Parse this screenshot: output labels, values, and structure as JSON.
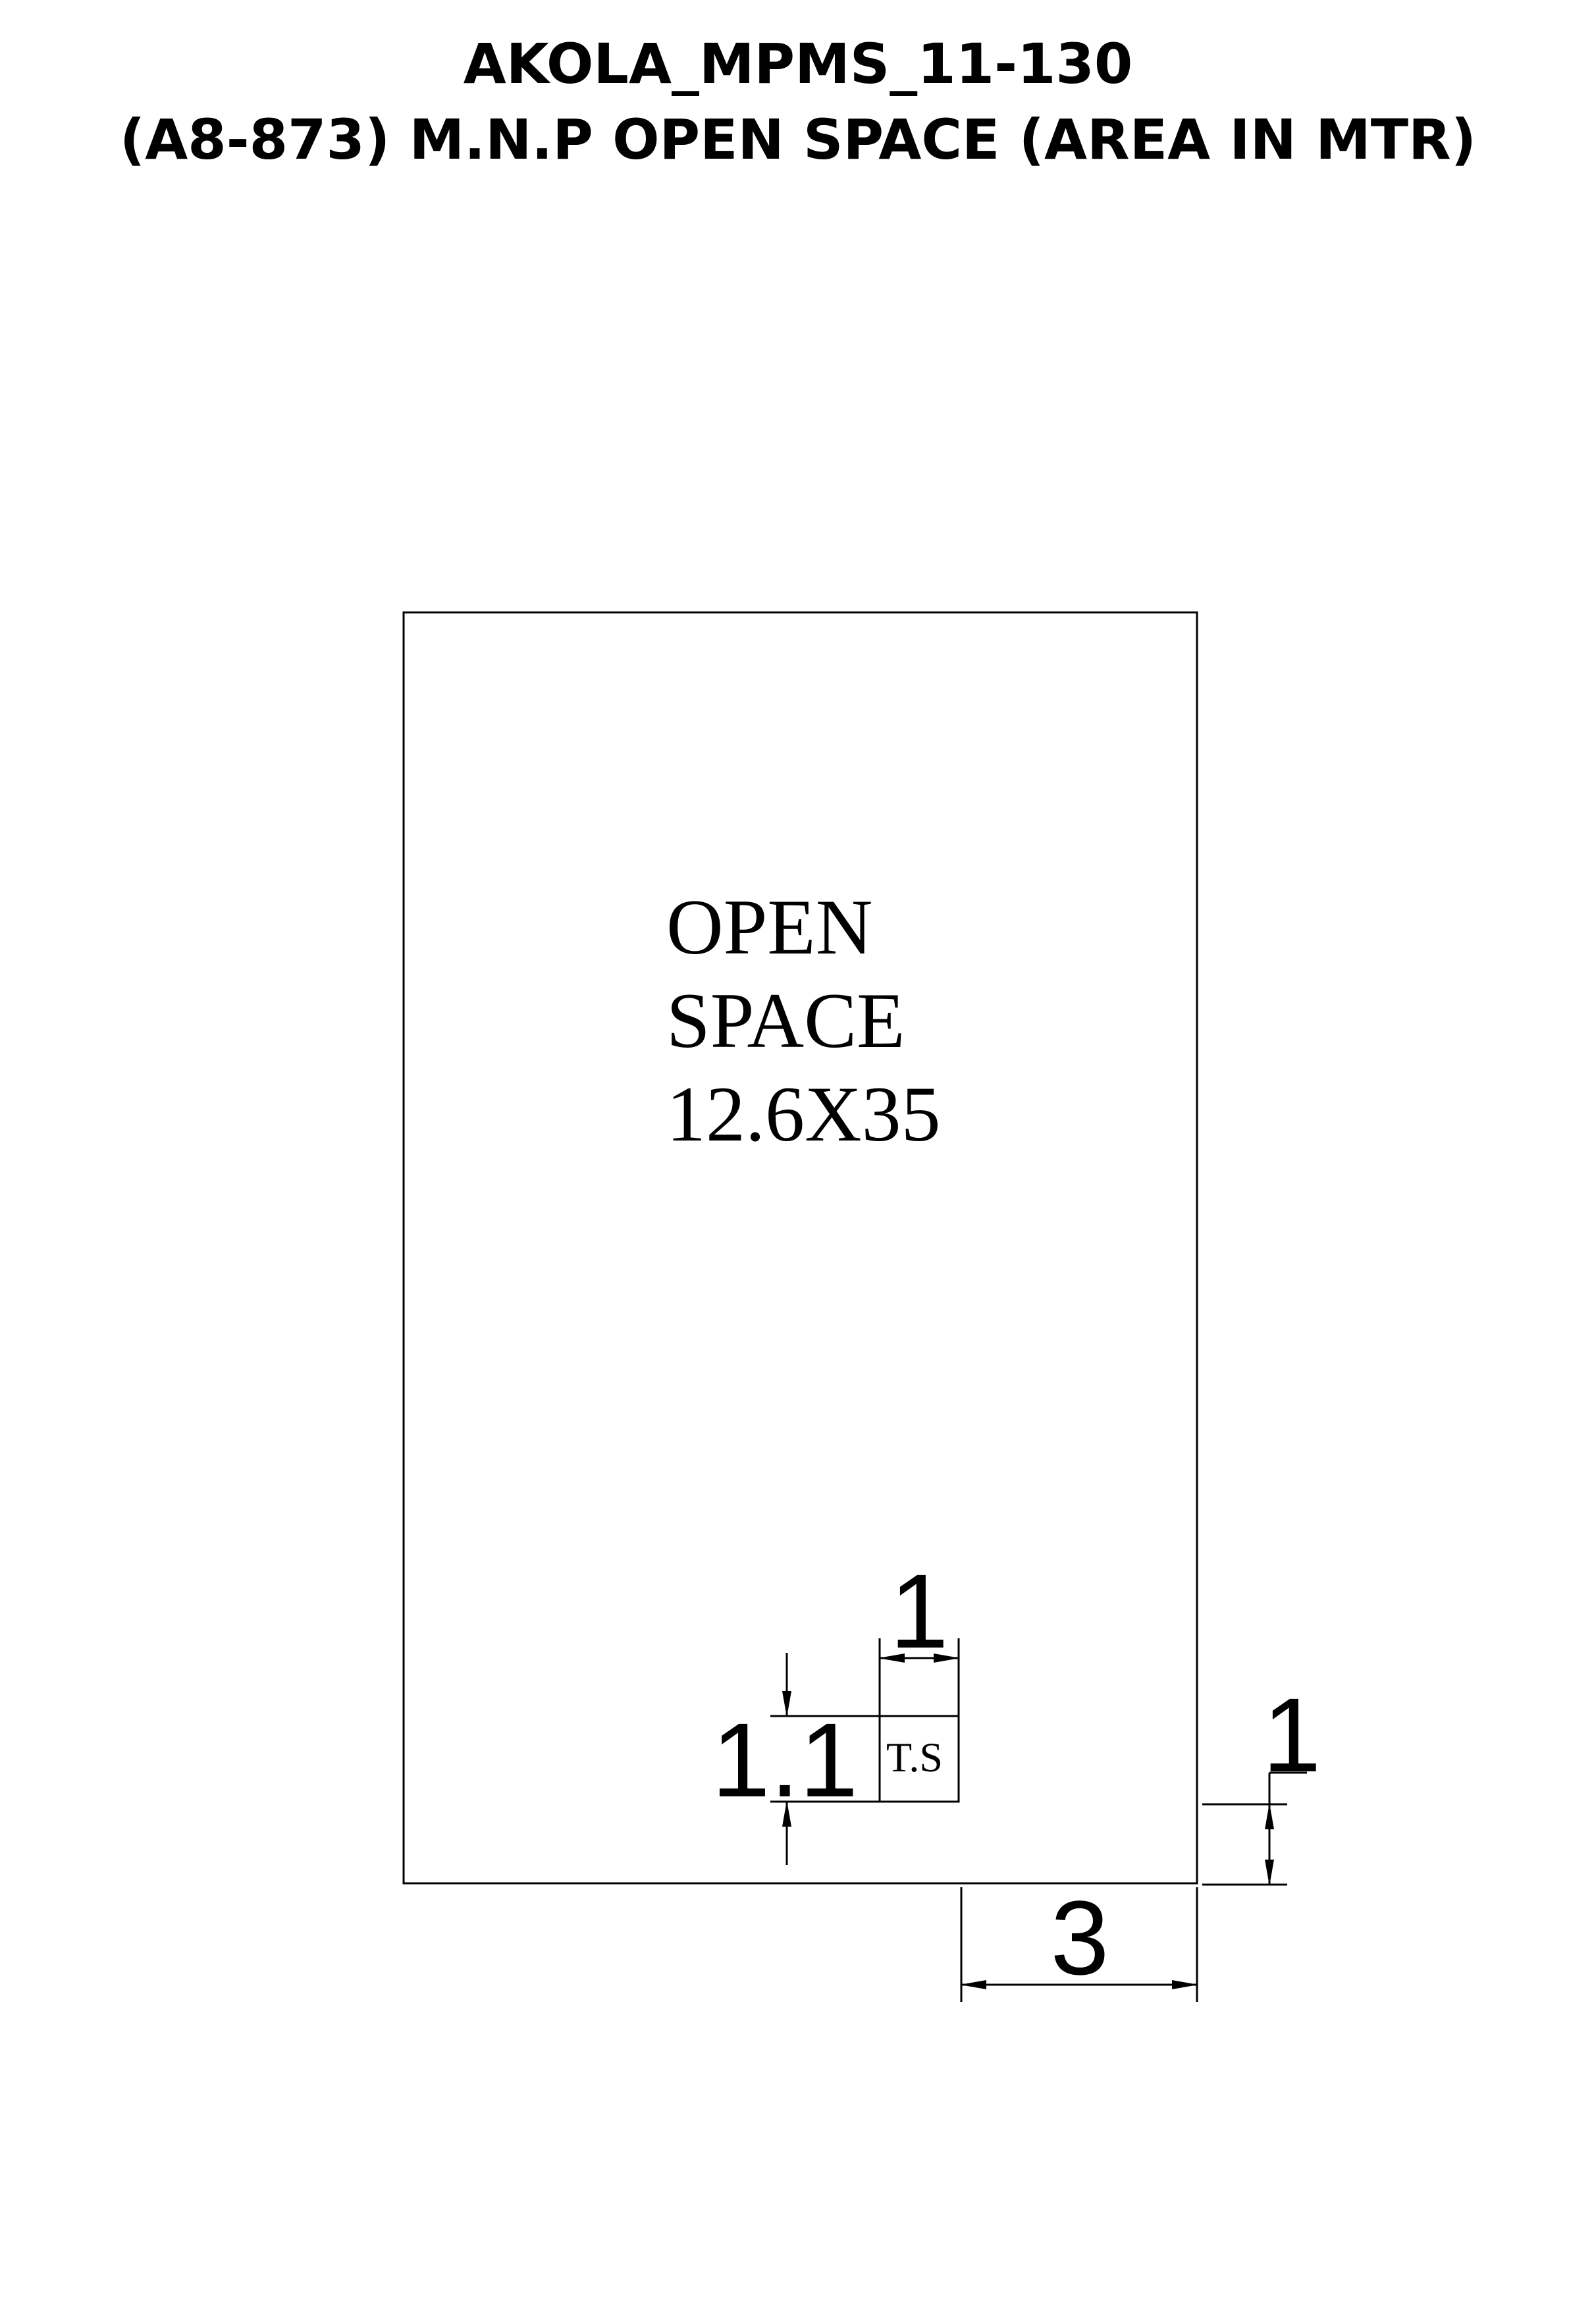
{
  "title": {
    "line1": "AKOLA_MPMS_11-130",
    "line2": "(A8-873) M.N.P OPEN SPACE (AREA IN MTR)"
  },
  "plot": {
    "label_line1": "OPEN",
    "label_line2": "SPACE",
    "label_line3": "12.6X35"
  },
  "ts_box": {
    "label": "T.S"
  },
  "dimensions": {
    "ts_width": "1",
    "ts_height": "1.1",
    "right_offset": "1",
    "bottom_offset": "3"
  },
  "colors": {
    "line": "#000000",
    "background": "#ffffff"
  }
}
